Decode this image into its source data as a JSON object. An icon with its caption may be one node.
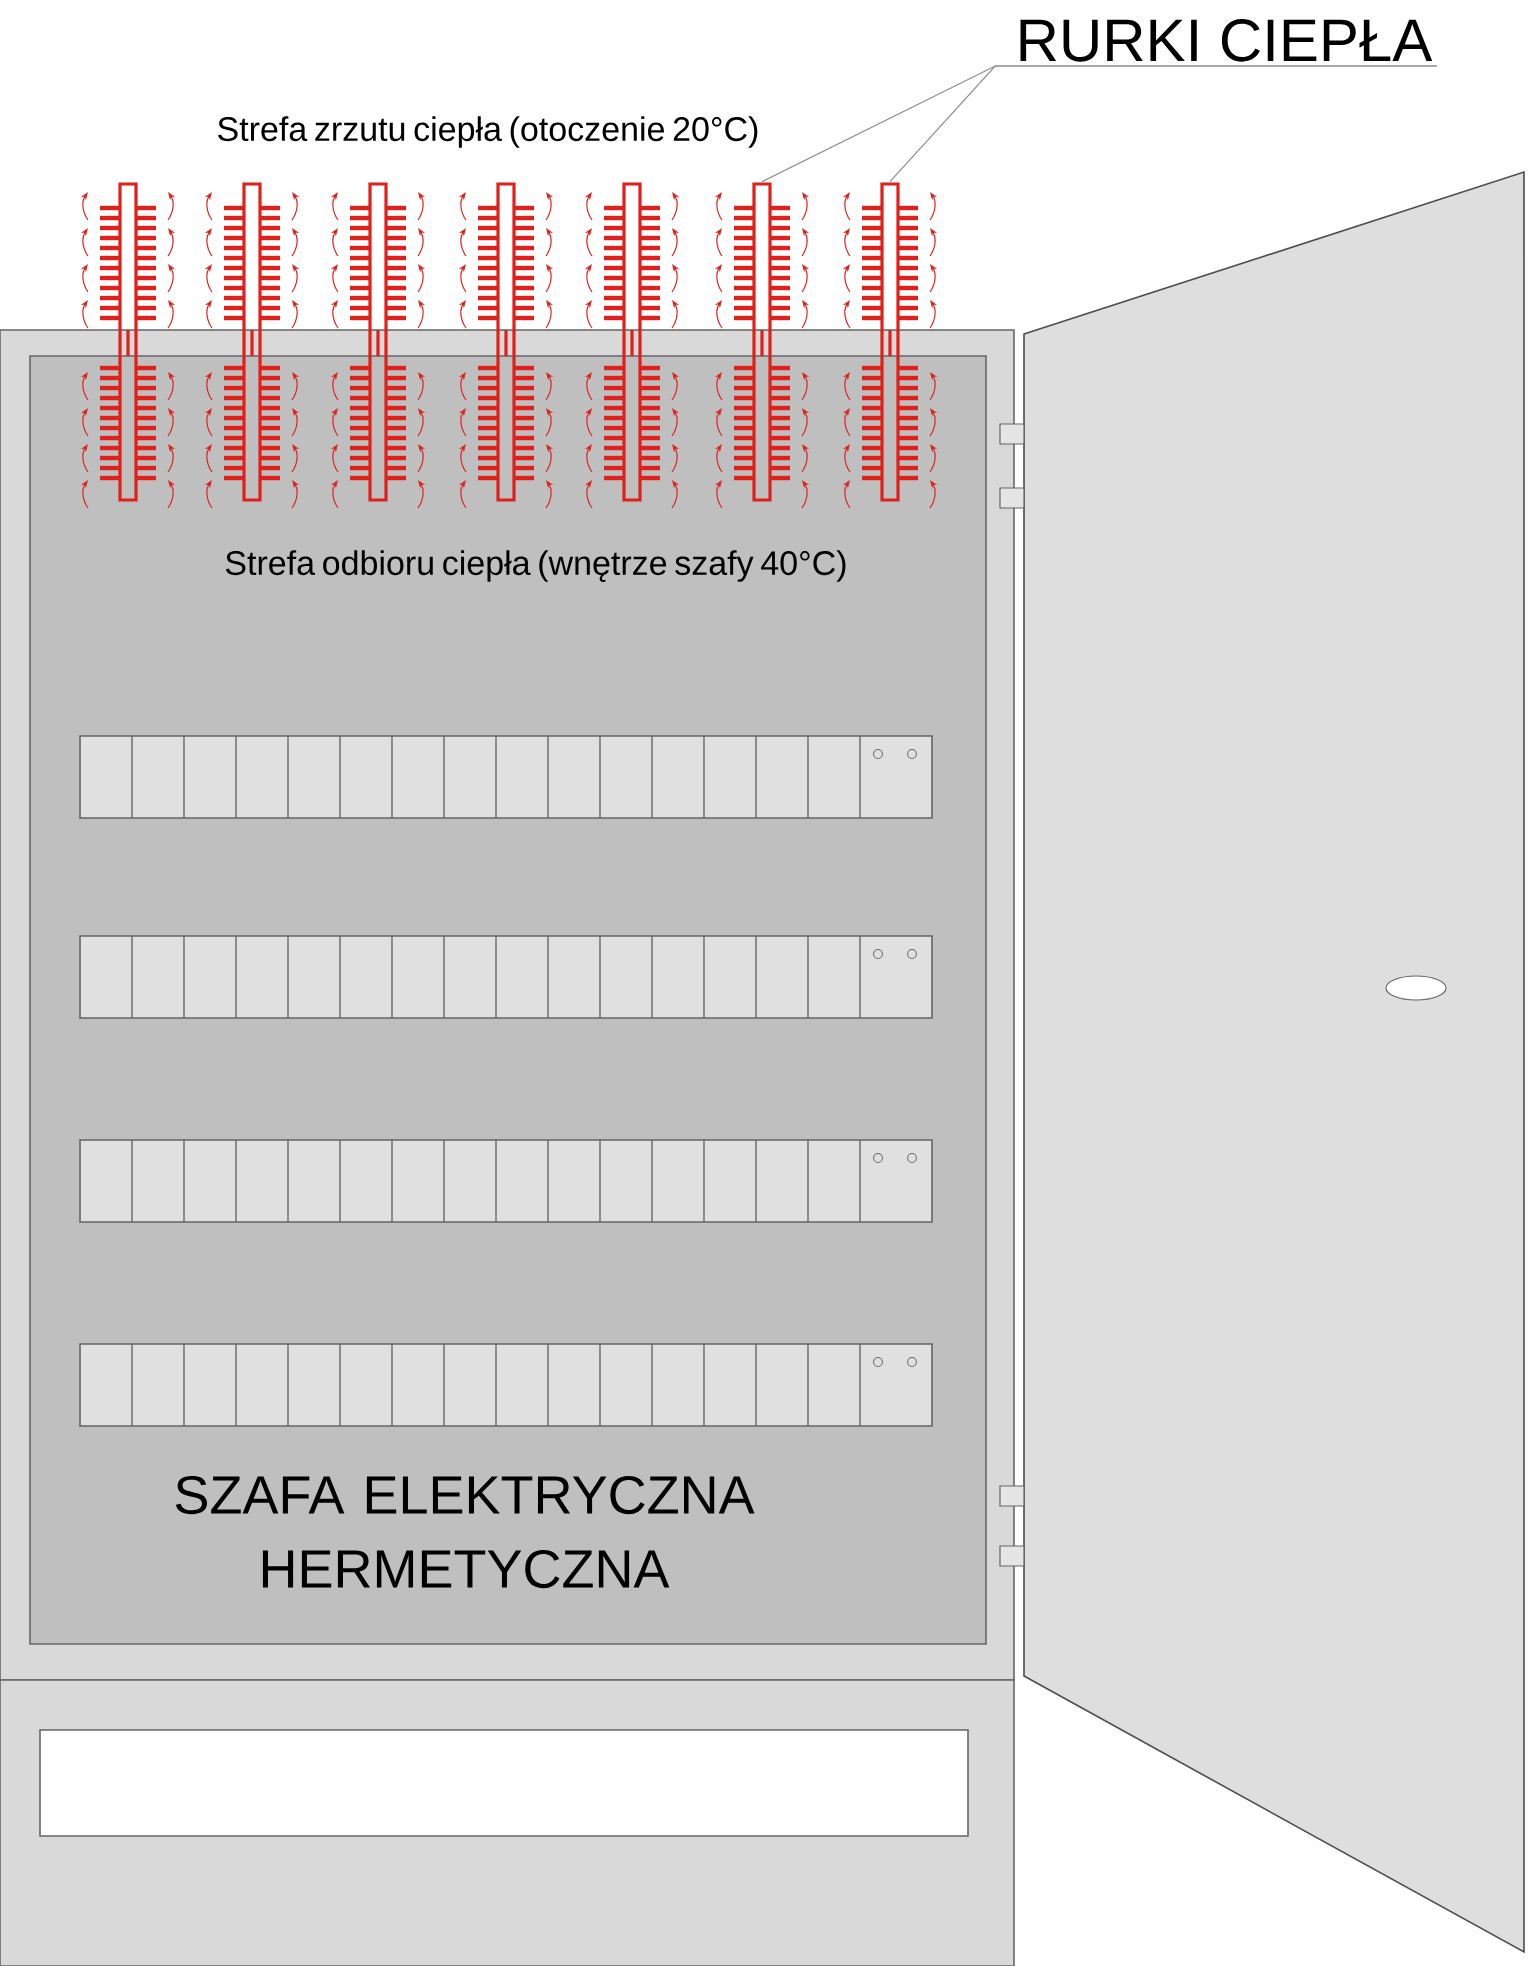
{
  "diagram": {
    "nodes": [
      {
        "text": [
          "RURKI CIEPŁA"
        ]
      },
      {
        "text": [],
        "shape": "picture"
      },
      {
        "text": [],
        "shape": "picture"
      },
      {
        "text": [],
        "shape": "picture"
      },
      {
        "text": [],
        "shape": "picture"
      },
      {
        "text": [],
        "shape": "picture"
      },
      {
        "text": [],
        "shape": "picture"
      },
      {
        "text": [],
        "shape": "picture"
      }
    ],
    "edges": [
      {
        "from": 0,
        "to": 6,
        "arrow": "none"
      },
      {
        "from": 0,
        "to": 7,
        "arrow": "none"
      }
    ],
    "labels": [
      "Strefa zrzutu ciepła (otoczenie 20°C)",
      "Strefa odbioru ciepła (wnętrze szafy 40°C)",
      "SZAFA ELEKTRYCZNA HERMETYCZNA"
    ]
  }
}
